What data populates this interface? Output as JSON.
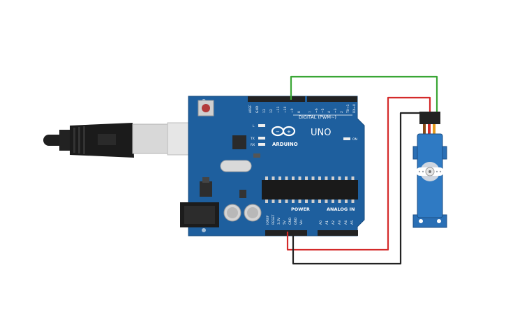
{
  "board": {
    "brand": "ARDUINO",
    "model": "UNO",
    "digital_header": "DIGITAL (PWM~)",
    "digital_pins": [
      "AREF",
      "GND",
      "13",
      "12",
      "~11",
      "~10",
      "~9",
      "8",
      "7",
      "~6",
      "~5",
      "4",
      "~3",
      "2",
      "TX→1",
      "RX←0"
    ],
    "power_header": "POWER",
    "power_pins": [
      "IOREF",
      "RESET",
      "3.3V",
      "5V",
      "GND",
      "GND",
      "Vin"
    ],
    "analog_header": "ANALOG IN",
    "analog_pins": [
      "A0",
      "A1",
      "A2",
      "A3",
      "A4",
      "A5"
    ],
    "led_labels": [
      "L",
      "TX",
      "RX",
      "ON"
    ]
  },
  "colors": {
    "board": "#1e5f9e",
    "wire_signal": "#3aa635",
    "wire_power": "#d42a2a",
    "wire_ground": "#222222",
    "servo": "#2a6fb5"
  },
  "icons": [
    "usb-cable-icon",
    "reset-button-icon",
    "arduino-logo-icon",
    "servo-icon"
  ]
}
